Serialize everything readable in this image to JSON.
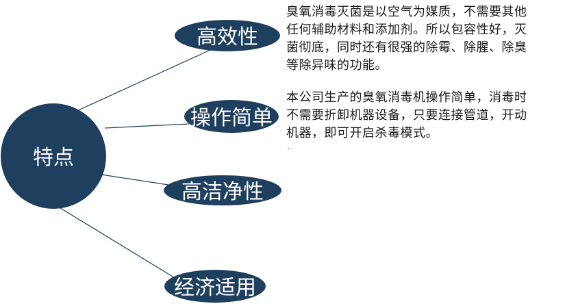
{
  "colors": {
    "node_fill": "#1e3f5e",
    "connector": "#1e3f5e",
    "node_text": "#ffffff",
    "body_text": "#1a1a1a"
  },
  "center": {
    "label": "特点"
  },
  "branches": [
    {
      "label": "高效性"
    },
    {
      "label": "操作简单"
    },
    {
      "label": "高洁净性"
    },
    {
      "label": "经济适用"
    }
  ],
  "descriptions": [
    {
      "lines": [
        "臭氧消毒灭菌是以空气为媒质，不需要其他",
        "任何辅助材料和添加剂。所以包容性好，灭",
        "菌彻底，同时还有很强的除霉、除腥、除臭",
        "等除异味的功能。"
      ]
    },
    {
      "lines": [
        "本公司生产的臭氧消毒机操作简单，消毒时",
        "不需要折卸机器设备，只要连接管道，开动",
        "机器，即可开启杀毒模式。"
      ]
    }
  ],
  "stray_mark": "′"
}
